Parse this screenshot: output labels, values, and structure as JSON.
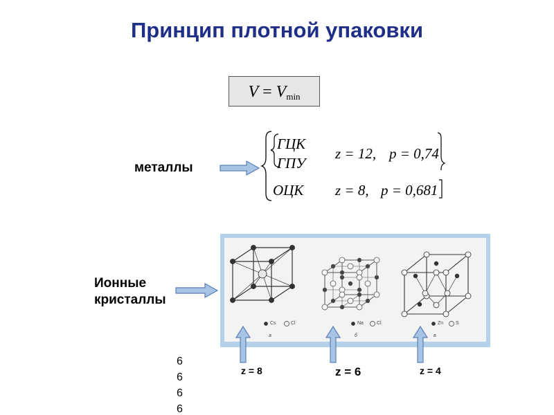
{
  "title": "Принцип плотной упаковки",
  "formula": {
    "V": "V",
    "eq": " = ",
    "Vmin": "V",
    "min": "min"
  },
  "metals": {
    "label": "металлы",
    "rows": [
      {
        "structure": "ГЦК",
        "z": "z = 12,",
        "p": "p = 0,74"
      },
      {
        "structure": "ГПУ"
      },
      {
        "structure": "ОЦК",
        "z": "z = 8,",
        "p": "p = 0,681"
      }
    ]
  },
  "ionic": {
    "label_line1": "Ионные",
    "label_line2": "кристаллы"
  },
  "crystals": [
    {
      "legend": [
        "Cs",
        "Cl"
      ],
      "letter": "а",
      "z_label": "z = 8"
    },
    {
      "legend": [
        "Na",
        "Cl"
      ],
      "letter": "б",
      "z_label": "z = 6"
    },
    {
      "legend": [
        "Zn",
        "S"
      ],
      "letter": "в",
      "z_label": "z = 4"
    }
  ],
  "side_numbers": [
    "6",
    "6",
    "6",
    "6"
  ],
  "colors": {
    "title": "#1f2e86",
    "panel_border": "#b4d1ea",
    "arrow_fill": "#a8c4e4",
    "arrow_stroke": "#5a7fb5"
  }
}
